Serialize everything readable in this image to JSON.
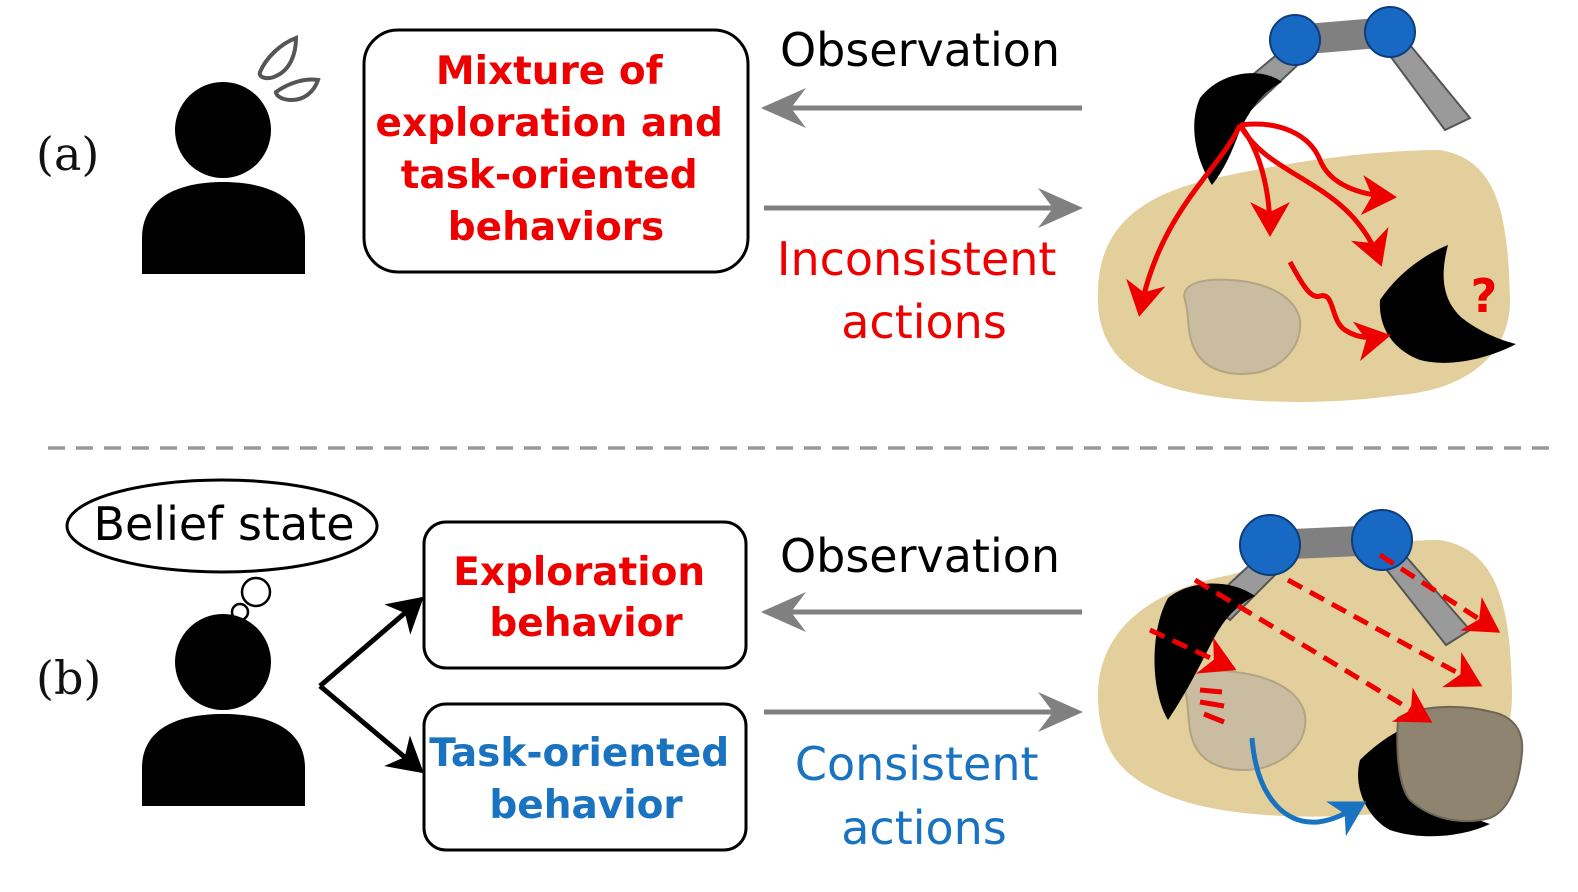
{
  "colors": {
    "red": "#ee0000",
    "blue": "#1a73c0",
    "arrow_gray": "#808080",
    "table": "#e2cf9b",
    "robot_joint": "#1769c4",
    "robot_link": "#9a9a9a",
    "rock": "#c9bca0"
  },
  "icons": {
    "person": "person-icon",
    "sweat": "sweat-drops-icon",
    "robot": "robot-arm-icon",
    "gripper": "gripper-icon",
    "rock": "rock-icon",
    "thought": "thought-bubble-icon"
  },
  "panel_a": {
    "label": "(a)",
    "box_lines": [
      "Mixture of",
      "exploration and",
      "task-oriented",
      "behaviors"
    ],
    "observation": "Observation",
    "action_lines": [
      "Inconsistent",
      "actions"
    ],
    "question": "?"
  },
  "panel_b": {
    "label": "(b)",
    "belief": "Belief state",
    "exploration_box_lines": [
      "Exploration",
      "behavior"
    ],
    "task_box_lines": [
      "Task-oriented",
      "behavior"
    ],
    "observation": "Observation",
    "action_lines": [
      "Consistent",
      "actions"
    ]
  }
}
